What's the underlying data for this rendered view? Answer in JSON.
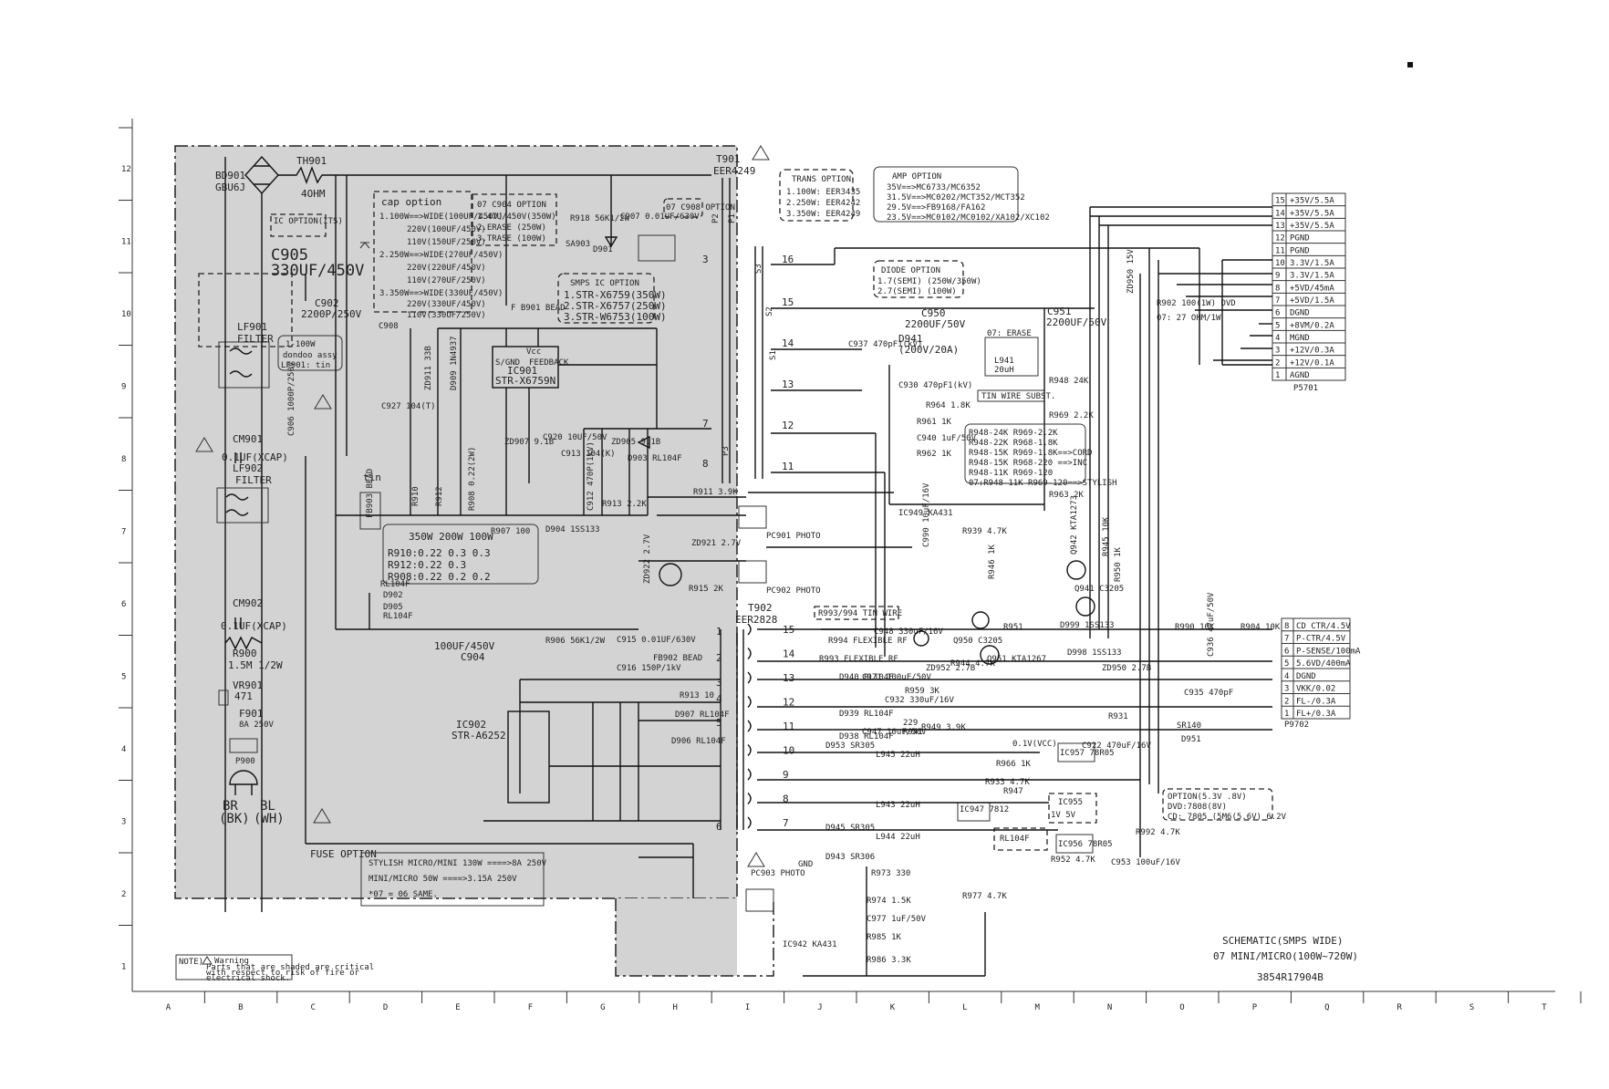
{
  "sheet": {
    "rows": [
      "12",
      "11",
      "10",
      "9",
      "8",
      "7",
      "6",
      "5",
      "4",
      "3",
      "2",
      "1"
    ],
    "cols": [
      "A",
      "B",
      "C",
      "D",
      "E",
      "F",
      "G",
      "H",
      "I",
      "J",
      "K",
      "L",
      "M",
      "N",
      "O",
      "P",
      "Q",
      "R",
      "S",
      "T"
    ]
  },
  "title": {
    "line1": "SCHEMATIC(SMPS WIDE)",
    "line2": "07 MINI/MICRO(100W~720W)",
    "doc_no": "3854R17904B"
  },
  "top_left": {
    "bd901_ref": "BD901",
    "bd901_val": "GBU6J",
    "th901_ref": "TH901",
    "th901_val": "4OHM",
    "ic_option": "IC OPTION(ITS)",
    "c905_ref": "C905",
    "c905_val": "330UF/450V",
    "c902_ref": "C902",
    "c902_val": "2200P/250V",
    "c908": "C908",
    "lf901_ref": "LF901",
    "lf901_sub": "FILTER",
    "lf901_note1": "1-100W",
    "lf901_note2": "dondoo assy",
    "lf901_note3": "LF901: tin",
    "c906": "C906 1000P/250V",
    "cm901_ref": "CM901",
    "cm901_val": "0.1UF(XCAP)",
    "lf902_ref": "LF902",
    "lf902_sub": "FILTER",
    "cm902_ref": "CM902",
    "cm902_val": "0.1UF(XCAP)",
    "r900_ref": "R900",
    "r900_val": "1.5M 1/2W",
    "vr901_ref": "VR901",
    "vr901_val": "471",
    "f901_ref": "F901",
    "f901_val": "8A 250V",
    "p900": "P900",
    "plug_br": "BR",
    "plug_bk": "(BK)",
    "plug_bl": "BL",
    "plug_wh": "(WH)"
  },
  "cap_option": {
    "title": "cap option",
    "lines": [
      "1.100W==>WIDE(100UF/450V)",
      "220V(100UF/450V)",
      "110V(150UF/250V)",
      "2.250W==>WIDE(270UF/450V)",
      "220V(220UF/450V)",
      "110V(270UF/250V)",
      "3.350W==>WIDE(330UF/450V)",
      "220V(330UF/450V)",
      "110V(330UF/250V)"
    ]
  },
  "c904_option": {
    "title": "07 C904 OPTION",
    "lines": [
      "1.47U/450V(350W)",
      "2.ERASE (250W)",
      "3.TRASE (100W)"
    ]
  },
  "smps_ic_option": {
    "title": "SMPS IC OPTION",
    "lines": [
      "1.STR-X6759(350W)",
      "2.STR-X6757(250W)",
      "3.STR-W6753(100W)"
    ]
  },
  "smps_primary": {
    "r918": "R918 56K1/2W",
    "c907": "C907 0.01UF/630V",
    "sa": "SA903",
    "d901": "D901",
    "b901": "F B901 BEAD",
    "ic901_ref": "IC901",
    "ic901_val": "STR-X6759N",
    "s_gnd": "S/GND",
    "fb": "FEEDBACK",
    "vcc": "Vcc",
    "c927": "C927 104(T)",
    "zd911": "ZD911 33B",
    "d909": "D909 1N4937",
    "zd907": "ZD907 9.1B",
    "c920": "C920 10UF/50V",
    "c913": "C913 104(K)",
    "zd905": "ZD905 9.1B",
    "d903": "D903 RL104F",
    "r910": "R910",
    "r912": "R912",
    "r908": "R908 0.22(2W)",
    "b903": "FB903 BEAD",
    "r907": "R907 100",
    "d904": "D904 1SS133",
    "c912": "C912 470P(1kV)",
    "r913": "R913 2.2K",
    "r911": "R911 3.9K",
    "tin": "tin",
    "res_table": {
      "header": "350W 200W 100W",
      "r910": "R910:0.22 0.3 0.3",
      "r912": "R912:0.22 0.3",
      "r908": "R908:0.22 0.2 0.2"
    }
  },
  "t901": {
    "ref": "T901",
    "val": "EER4249",
    "p1": "P1",
    "p2": "P2",
    "p3": "P3"
  },
  "secondary": {
    "d902_ref": "D902",
    "d902_val": "RL104F",
    "d905_ref": "D905",
    "d905_val": "RL104F",
    "c904_ref": "C904",
    "c904_val": "100UF/450V",
    "r906": "R906 56K1/2W",
    "c915": "C915 0.01UF/630V",
    "c916": "C916 150P/1kV",
    "b902": "FB902 BEAD",
    "d907": "D907 RL104F",
    "d906": "D906 RL104F",
    "r913b": "R913 10",
    "ic902_ref": "IC902",
    "ic902_val": "STR-A6252",
    "zd921": "ZD921 2.7V",
    "zd922": "ZD922 2.7V",
    "r915": "R915 2K",
    "pc901": "PC901 PHOTO",
    "pc902": "PC902 PHOTO",
    "pc903": "PC903 PHOTO"
  },
  "fuse_option": {
    "title": "FUSE OPTION",
    "line1": "STYLISH MICRO/MINI 130W ====>8A 250V",
    "line2": "MINI/MICRO 50W ====>3.15A 250V",
    "line3": "*07 = 06 SAME."
  },
  "note_box": {
    "label": "NOTE)",
    "text1": "Warning",
    "text2": "Parts that are shaded are critical",
    "text3": "with respect to risk of fire or",
    "text4": "electrical shock."
  },
  "trans_option": {
    "title": "TRANS OPTION",
    "lines": [
      "1.100W: EER3435",
      "2.250W: EER4242",
      "3.350W: EER4249"
    ]
  },
  "amp_option": {
    "title": "AMP OPTION",
    "lines": [
      "35V==>MC6733/MC6352",
      "31.5V==>MC0202/MCT352/MCT352",
      "29.5V==>FB9168/FA162",
      "23.5V==>MC0102/MC0102/XA102/XC102"
    ]
  },
  "diode_option": {
    "title": "DIODE OPTION",
    "lines": [
      "1.7(SEMI) (250W/350W)",
      "2.7(SEMI) (100W)"
    ]
  },
  "upper_secondary": {
    "s3": "S3",
    "s2": "S2",
    "s1": "S1",
    "pins": [
      "16",
      "15",
      "14",
      "13",
      "12",
      "11"
    ],
    "c937": "C937 470pF1(kV)",
    "d941_ref": "D941",
    "d941_val": "(200V/20A)",
    "c950_ref": "C950",
    "c950_val": "2200UF/50V",
    "c951_ref": "C951",
    "c951_val": "2200UF/50V",
    "c930": "C930 470pF1(kV)",
    "erase": "07: ERASE",
    "l941_ref": "L941",
    "l941_val": "20uH",
    "tin_wire": "TIN WIRE SUBST.",
    "r964": "R964 1.8K",
    "r961": "R961 1K",
    "c940": "C940 1uF/50V",
    "r962": "R962 1K",
    "r948": "R948 24K",
    "r969": "R969 2.2K",
    "r963": "R963 2K",
    "ic949": "IC949 KA431",
    "r939": "R939 4.7K",
    "c990": "C990 10uF/16V",
    "zd950": "ZD950 15V",
    "r902": "R902 100(1W) DVD",
    "r902b": "07: 27 OHM/1W"
  },
  "r_table": {
    "lines": [
      "R948-24K R969-2.2K",
      "R948-22K R968-1.8K",
      "R948-15K R969-1.8K==>CORD",
      "R948-15K R968-220 ==>INC",
      "R948-11K R969-120",
      "07:R948-11K R969-120==>STYLISH"
    ]
  },
  "connector_p5701": {
    "ref": "P5701",
    "pins": [
      {
        "n": "15",
        "label": "+35V/5.5A"
      },
      {
        "n": "14",
        "label": "+35V/5.5A"
      },
      {
        "n": "13",
        "label": "+35V/5.5A"
      },
      {
        "n": "12",
        "label": "PGND"
      },
      {
        "n": "11",
        "label": "PGND"
      },
      {
        "n": "10",
        "label": "3.3V/1.5A"
      },
      {
        "n": "9",
        "label": "3.3V/1.5A"
      },
      {
        "n": "8",
        "label": "+5VD/45mA"
      },
      {
        "n": "7",
        "label": "+5VD/1.5A"
      },
      {
        "n": "6",
        "label": "DGND"
      },
      {
        "n": "5",
        "label": "+8VM/0.2A"
      },
      {
        "n": "4",
        "label": "MGND"
      },
      {
        "n": "3",
        "label": "+12V/0.3A"
      },
      {
        "n": "2",
        "label": "+12V/0.1A"
      },
      {
        "n": "1",
        "label": "AGND"
      }
    ]
  },
  "connector_p9702": {
    "ref": "P9702",
    "pins": [
      {
        "n": "8",
        "label": "CD CTR/4.5V"
      },
      {
        "n": "7",
        "label": "P-CTR/4.5V"
      },
      {
        "n": "6",
        "label": "P-SENSE/100mA"
      },
      {
        "n": "5",
        "label": "5.6VD/400mA"
      },
      {
        "n": "4",
        "label": "DGND"
      },
      {
        "n": "3",
        "label": "VKK/0.02"
      },
      {
        "n": "2",
        "label": "FL-/0.3A"
      },
      {
        "n": "1",
        "label": "FL+/0.3A"
      }
    ]
  },
  "t902": {
    "ref": "T902",
    "val": "EER2828",
    "left_pins": [
      "1",
      "2",
      "3",
      "4",
      "5",
      "6"
    ],
    "right_pins": [
      "15",
      "14",
      "13",
      "12",
      "11",
      "10",
      "9",
      "8",
      "7"
    ],
    "r993": "R993/994 TIN WIRE",
    "r994": "R994 FLEXIBLE RF",
    "r993b": "R993 FLEXIBLE RF",
    "d940": "D940 RL104F",
    "d939": "D939 RL104F",
    "d938": "D938 RL104F",
    "d953": "D953 SR305",
    "d945": "D945 SR305",
    "d943": "D943 SR306",
    "c948": "C948 330uF/16V",
    "c971": "C971 100uF/50V",
    "c947": "C947 10uF/50V",
    "c932": "C932 330uF/16V",
    "q950": "Q950 C3205",
    "q951": "Q951 KTA1267",
    "r944": "R944 4.7K",
    "zd952": "ZD952 2.7B",
    "zd950b": "ZD950 2.7B",
    "r959": "R959 3K",
    "r941": "R941",
    "r949": "R949 3.9K",
    "r229": "229",
    "l945": "L945 22uH",
    "l943": "L943 22uH",
    "l944": "L944 22uH",
    "ic947": "IC947 7812",
    "ic957": "IC957 78R05",
    "ic956": "IC956 78R05",
    "ic955": "IC955",
    "r951": "R951",
    "r952": "R952 4.7K",
    "r933": "R933 4.7K",
    "r966": "R966 1K",
    "r947": "R947",
    "q941": "Q941 C3205",
    "q942": "Q942 KTA1273",
    "r945": "R945 10K",
    "r946": "R946 1K",
    "r950": "R950 1K",
    "d999": "D999 1SS133",
    "d998": "D998 1SS133",
    "r990": "R990 10K",
    "r904": "R904 10K",
    "r931": "R931",
    "c935": "C935 470pF",
    "c936": "C936 47uF/50V",
    "sr140": "SR140",
    "d951": "D951",
    "v": "0.1V(VCC)",
    "option": "OPTION(5.3V .8V)",
    "dvd": "DVD:7808(8V)",
    "cd": "CD: 7805 (5M6(5.6V) 6.2V",
    "vout": "1V 5V",
    "c922": "C922 470uF/16V",
    "c953": "C953 100uF/16V",
    "r992": "R992 4.7K",
    "l947": "RL104F",
    "r973": "R973 330",
    "r974": "R974 1.5K",
    "c977": "C977 1uF/50V",
    "r985": "R985 1K",
    "r986": "R986 3.3K",
    "r977": "R977 4.7K",
    "ic942": "IC942 KA431",
    "gnd": "GND"
  }
}
